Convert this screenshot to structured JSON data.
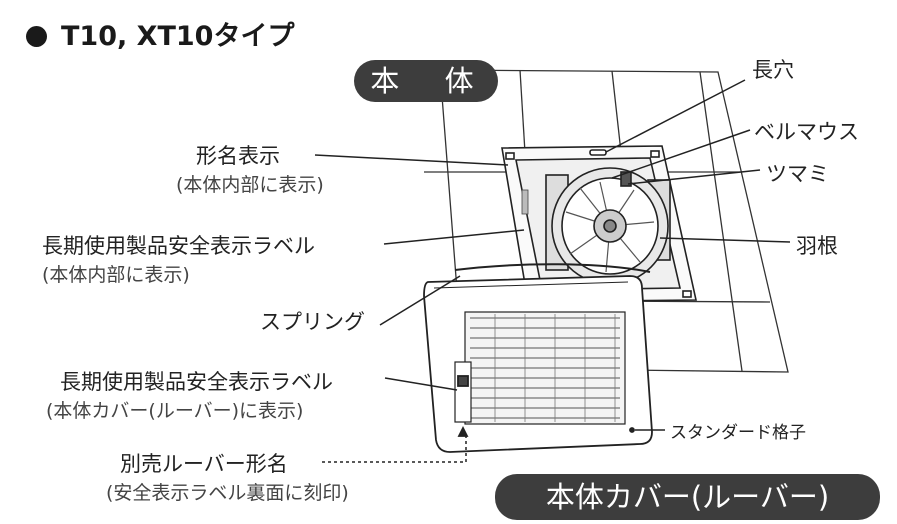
{
  "title": "T10, XT10タイプ",
  "pill_main": "本 体",
  "pill_cover": "本体カバー(ルーバー)",
  "labels": {
    "nagaana": "長穴",
    "bellmouth": "ベルマウス",
    "tsumami": "ツマミ",
    "hane": "羽根",
    "katamei": "形名表示",
    "katamei_sub": "(本体内部に表示)",
    "choki1": "長期使用製品安全表示ラベル",
    "choki1_sub": "(本体内部に表示)",
    "spring": "スプリング",
    "choki2": "長期使用製品安全表示ラベル",
    "choki2_sub": "(本体カバー(ルーバー)に表示)",
    "betsubai": "別売ルーバー形名",
    "betsubai_sub": "(安全表示ラベル裏面に刻印)",
    "standard": "スタンダード格子"
  },
  "colors": {
    "pill": "#3d3d3d",
    "line": "#222222"
  }
}
